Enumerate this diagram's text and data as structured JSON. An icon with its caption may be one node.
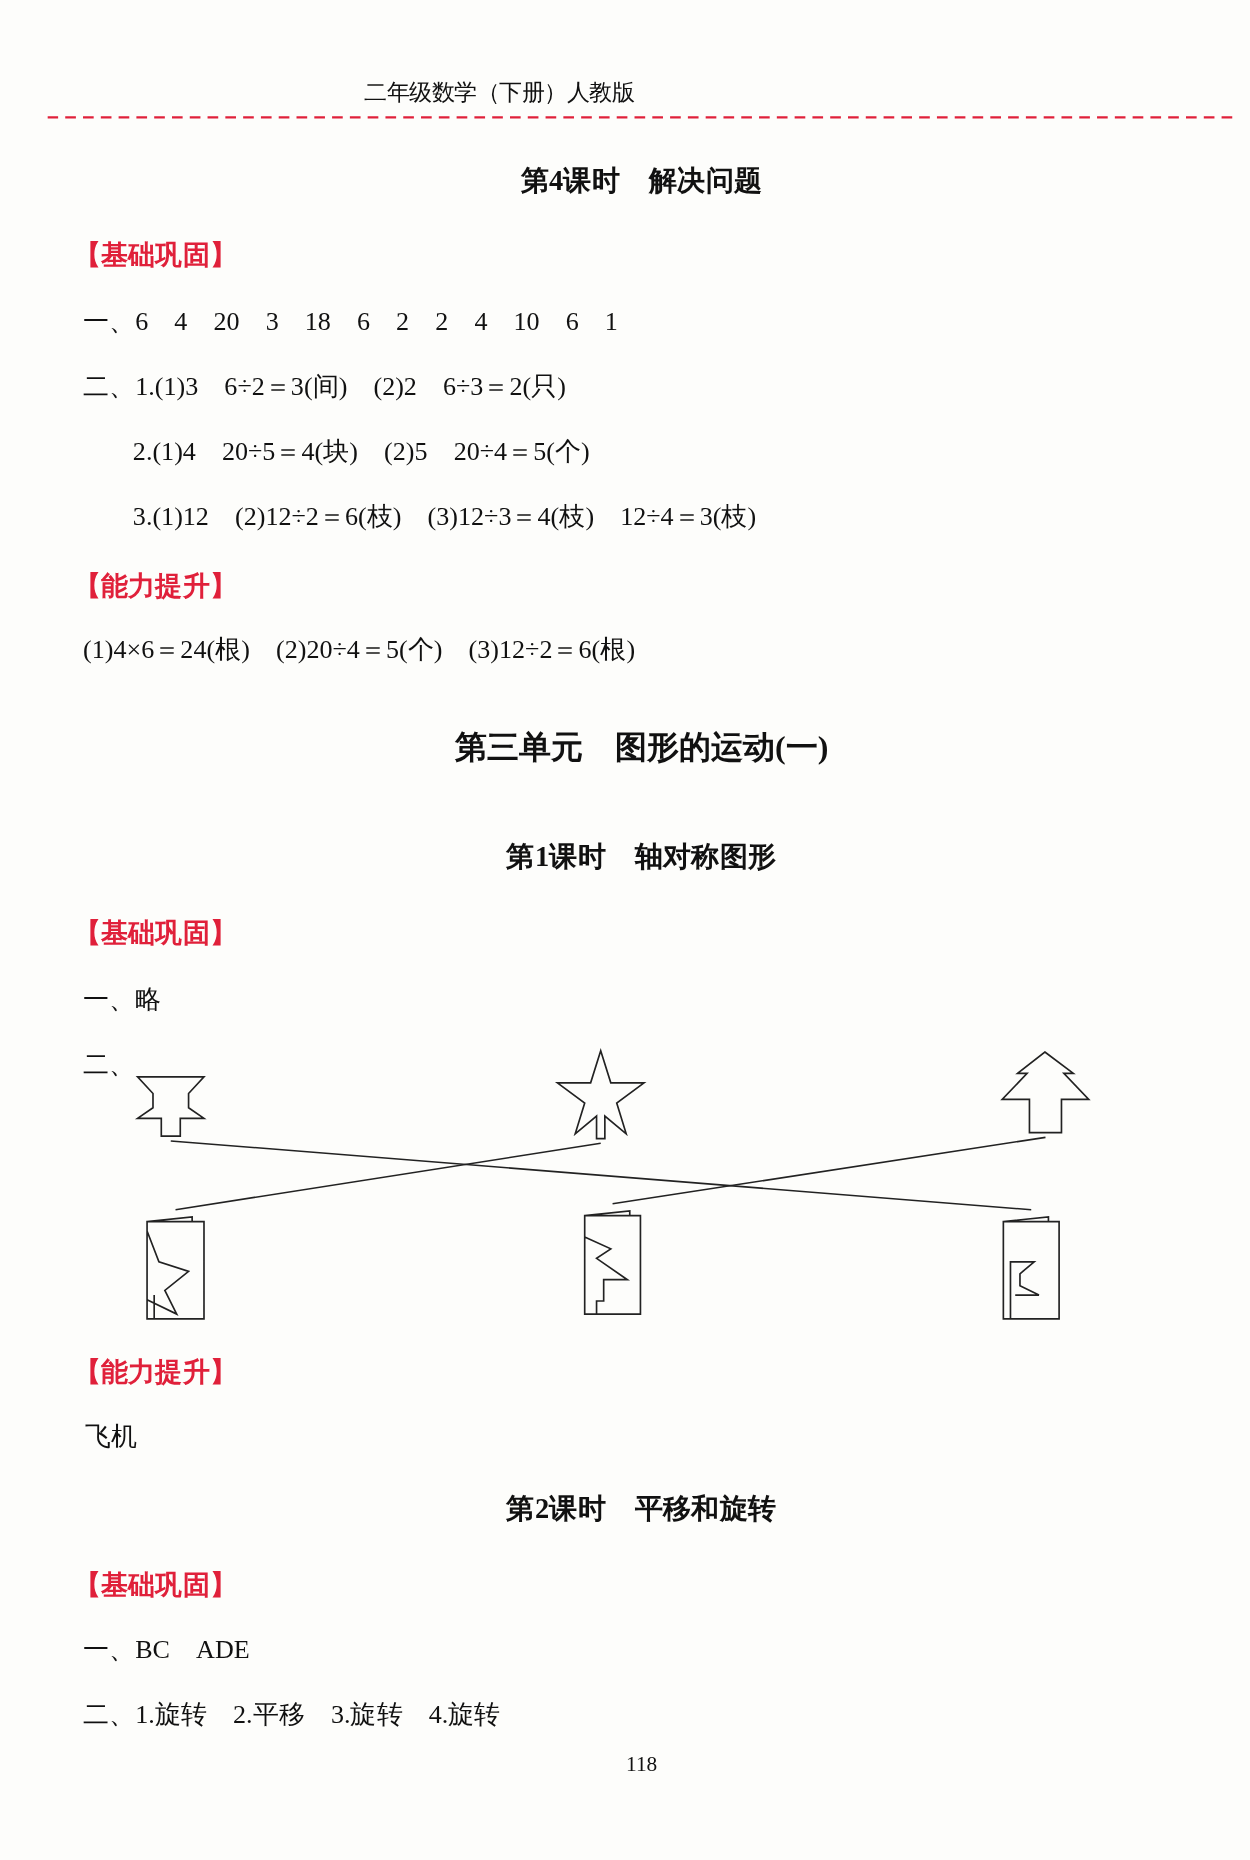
{
  "diagram": {
    "nodes": [
      {
        "text": [],
        "shape": "picture"
      },
      {
        "text": [],
        "shape": "picture"
      },
      {
        "text": [],
        "shape": "picture"
      },
      {
        "text": [],
        "shape": "picture"
      },
      {
        "text": [],
        "shape": "picture"
      },
      {
        "text": [],
        "shape": "picture"
      }
    ],
    "edges": [
      {
        "from": 0,
        "to": 5,
        "arrow": "none"
      },
      {
        "from": 1,
        "to": 3,
        "arrow": "none"
      },
      {
        "from": 2,
        "to": 4,
        "arrow": "none"
      }
    ],
    "labels": [
      "二年级数学（下册）人教版",
      "第4课时　解决问题",
      "【基础巩固】",
      "一、6　4　20　3　18　6　2　2　4　10　6　1",
      "二、1.(1)3　6÷2＝3(间)　(2)2　6÷3＝2(只)",
      "2.(1)4　20÷5＝4(块)　(2)5　20÷4＝5(个)",
      "3.(1)12　(2)12÷2＝6(枝)　(3)12÷3＝4(枝)　12÷4＝3(枝)",
      "【能力提升】",
      "(1)4×6＝24(根)　(2)20÷4＝5(个)　(3)12÷2＝6(根)",
      "第三单元　图形的运动(一)",
      "第1课时　轴对称图形",
      "【基础巩固】",
      "一、略",
      "二、",
      "【能力提升】",
      "飞机",
      "第2课时　平移和旋转",
      "【基础巩固】",
      "一、BC　ADE",
      "二、1.旋转　2.平移　3.旋转　4.旋转",
      "118"
    ]
  }
}
